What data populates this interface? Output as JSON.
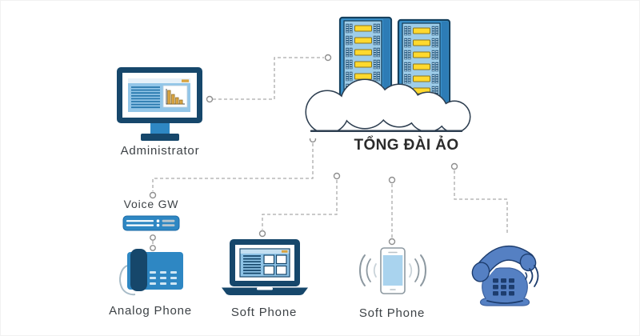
{
  "title": "TỔNG ĐÀI ẢO",
  "nodes": {
    "administrator": {
      "label": "Administrator",
      "icon": "desktop-monitor-icon"
    },
    "virtual_pbx": {
      "label": "TỔNG ĐÀI ẢO",
      "icon": "cloud-servers-icon"
    },
    "voice_gw": {
      "label": "Voice GW",
      "icon": "voice-gateway-icon"
    },
    "analog_phone": {
      "label": "Analog Phone",
      "icon": "analog-phone-icon"
    },
    "soft_phone_laptop": {
      "label": "Soft Phone",
      "icon": "laptop-icon"
    },
    "soft_phone_mobile": {
      "label": "Soft Phone",
      "icon": "smartphone-icon"
    },
    "desk_phone": {
      "label": "",
      "icon": "ringing-telephone-icon"
    }
  },
  "connections": [
    {
      "from": "administrator",
      "to": "virtual_pbx"
    },
    {
      "from": "virtual_pbx",
      "to": "voice_gw"
    },
    {
      "from": "voice_gw",
      "to": "analog_phone"
    },
    {
      "from": "virtual_pbx",
      "to": "soft_phone_laptop"
    },
    {
      "from": "virtual_pbx",
      "to": "soft_phone_mobile"
    },
    {
      "from": "virtual_pbx",
      "to": "desk_phone"
    }
  ],
  "colors": {
    "navy": "#16476b",
    "blue": "#2e87c3",
    "tower_blue": "#3b92cc",
    "panel_blue": "#9ecde9",
    "screen_blue": "#a9d3ee",
    "yellow": "#ffd92e",
    "orange": "#d9a441",
    "phone_blue": "#5580c3",
    "phone_navy": "#1d3d6e",
    "dash_gray": "#ababab",
    "label_gray": "#3d4246",
    "cloud_outline": "#2d3e50"
  }
}
